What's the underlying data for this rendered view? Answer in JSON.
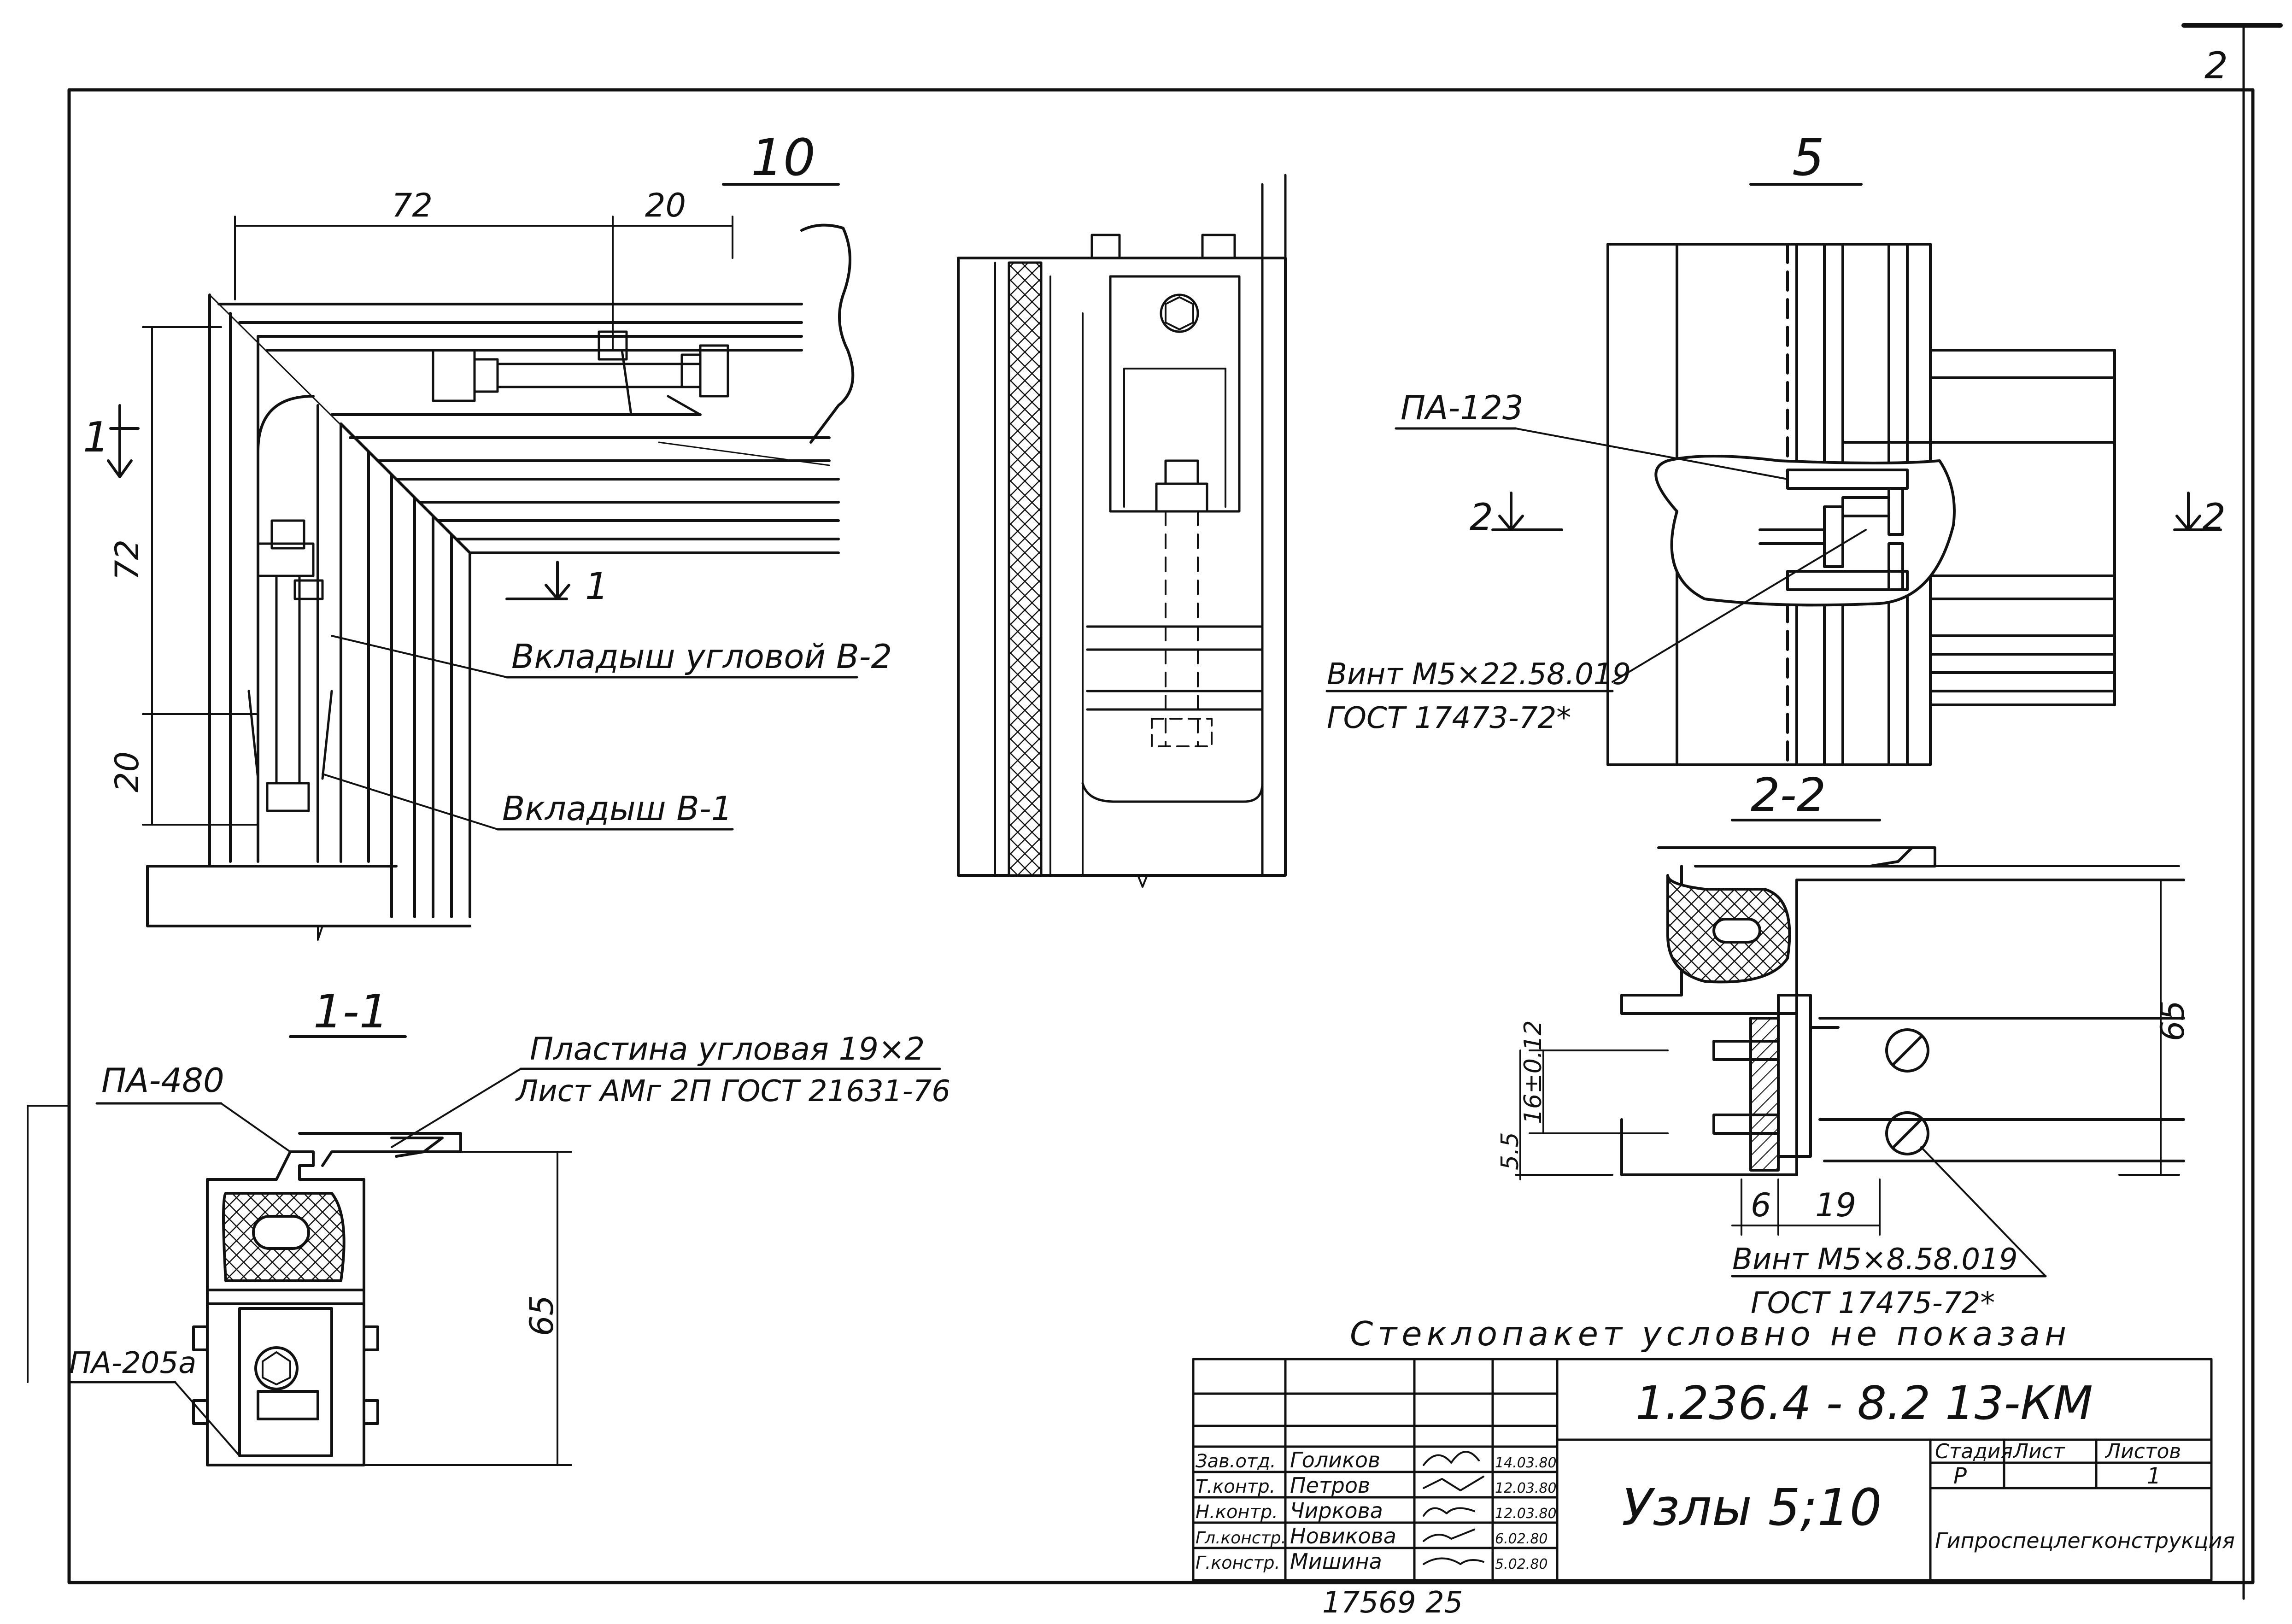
{
  "sheet_number": "2",
  "views": {
    "view10": {
      "title": "10",
      "dim_top_left": "72",
      "dim_top_right": "20",
      "dim_left_upper": "72",
      "dim_left_lower": "20",
      "section_mark_left": "1",
      "section_mark_bottom": "1",
      "label_corner_insert": "Вкладыш угловой В-2",
      "label_insert": "Вкладыш В-1"
    },
    "view5": {
      "title": "5",
      "label_profile": "ПА-123",
      "section_mark_left": "2",
      "section_mark_right": "2",
      "screw_line1": "Винт М5×22.58.019",
      "screw_line2": "ГОСТ 17473-72*"
    },
    "section22": {
      "title": "2-2",
      "dim_height": "65",
      "dim_spacing": "16±0.12",
      "dim_edge": "5.5",
      "dim_a": "6",
      "dim_b": "19",
      "screw_line1": "Винт М5×8.58.019",
      "screw_line2": "ГОСТ 17475-72*"
    },
    "section11": {
      "title": "1-1",
      "label_top_profile": "ПА-480",
      "label_bottom_profile": "ПА-205а",
      "plate_line1": "Пластина угловая 19×2",
      "plate_line2": "Лист АМг 2П ГОСТ 21631-76",
      "dim_height": "65"
    }
  },
  "note": "Стеклопакет условно не показан",
  "title_block": {
    "designation": "1.236.4 - 8.2   13-КМ",
    "drawing_title": "Узлы 5;10",
    "stage_header": "Стадия",
    "sheet_header": "Лист",
    "sheets_header": "Листов",
    "stage_value": "Р",
    "sheets_value": "1",
    "organization": "Гипроспецлегконструкция",
    "rows": [
      {
        "role": "Зав.отд.",
        "name": "Голиков",
        "date": "14.03.80"
      },
      {
        "role": "Т.контр.",
        "name": "Петров",
        "date": "12.03.80"
      },
      {
        "role": "Н.контр.",
        "name": "Чиркова",
        "date": "12.03.80"
      },
      {
        "role": "Гл.констр.",
        "name": "Новикова",
        "date": "6.02.80"
      },
      {
        "role": "Г.констр.",
        "name": "Мишина",
        "date": "5.02.80"
      }
    ],
    "archive_number": "17569   25"
  }
}
